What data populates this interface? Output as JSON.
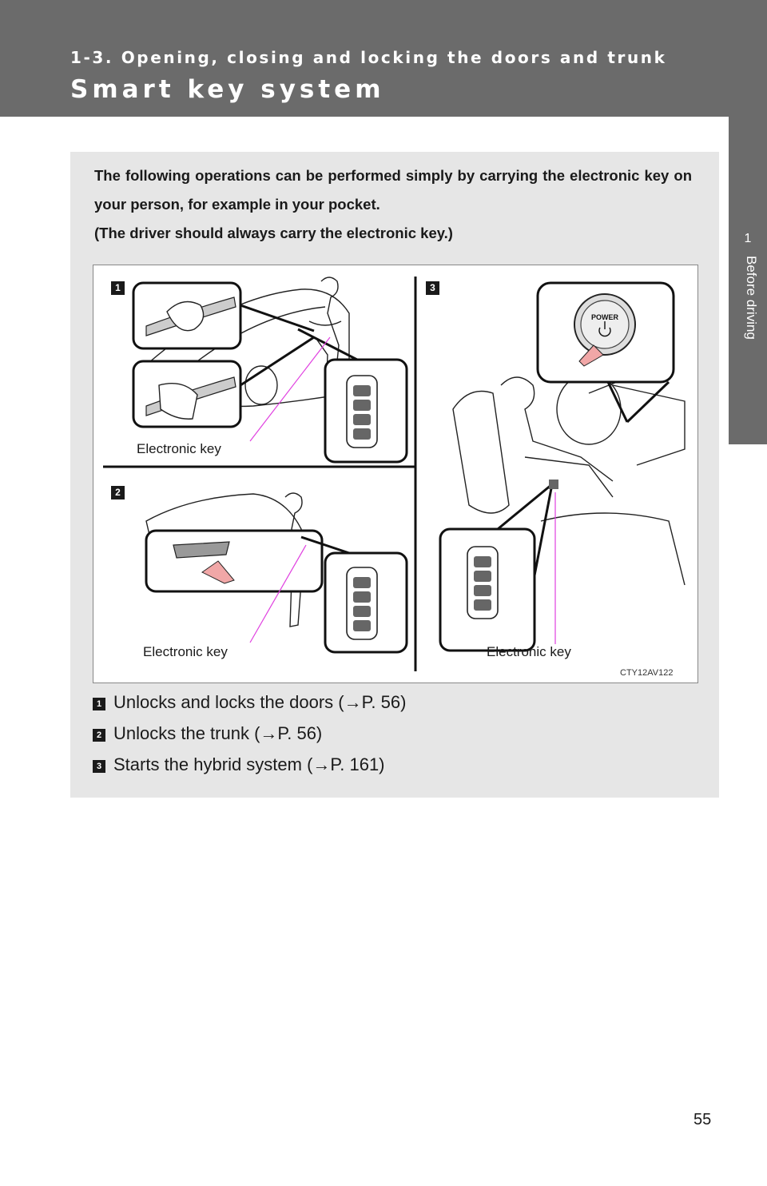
{
  "header": {
    "section": "1-3. Opening, closing and locking the doors and trunk",
    "title": "Smart key system"
  },
  "side_tab": {
    "chapter_number": "1",
    "chapter_label": "Before driving"
  },
  "intro": {
    "para1": "The following operations can be performed simply by carrying the electronic key on your person, for example in your pocket.",
    "para2": "(The driver should always carry the electronic key.)"
  },
  "illustration": {
    "badges": [
      "1",
      "2",
      "3"
    ],
    "key_label_1": "Electronic key",
    "key_label_2": "Electronic key",
    "key_label_3": "Electronic key",
    "power_label": "POWER",
    "code": "CTY12AV122"
  },
  "list": [
    {
      "num": "1",
      "text": "Unlocks and locks the doors (→P. 56)"
    },
    {
      "num": "2",
      "text": "Unlocks the trunk (→P. 56)"
    },
    {
      "num": "3",
      "text": "Starts the hybrid system (→P. 161)"
    }
  ],
  "page_number": "55",
  "colors": {
    "header": "#6b6b6b",
    "box": "#e6e6e6",
    "callout_line": "#e040e0"
  }
}
